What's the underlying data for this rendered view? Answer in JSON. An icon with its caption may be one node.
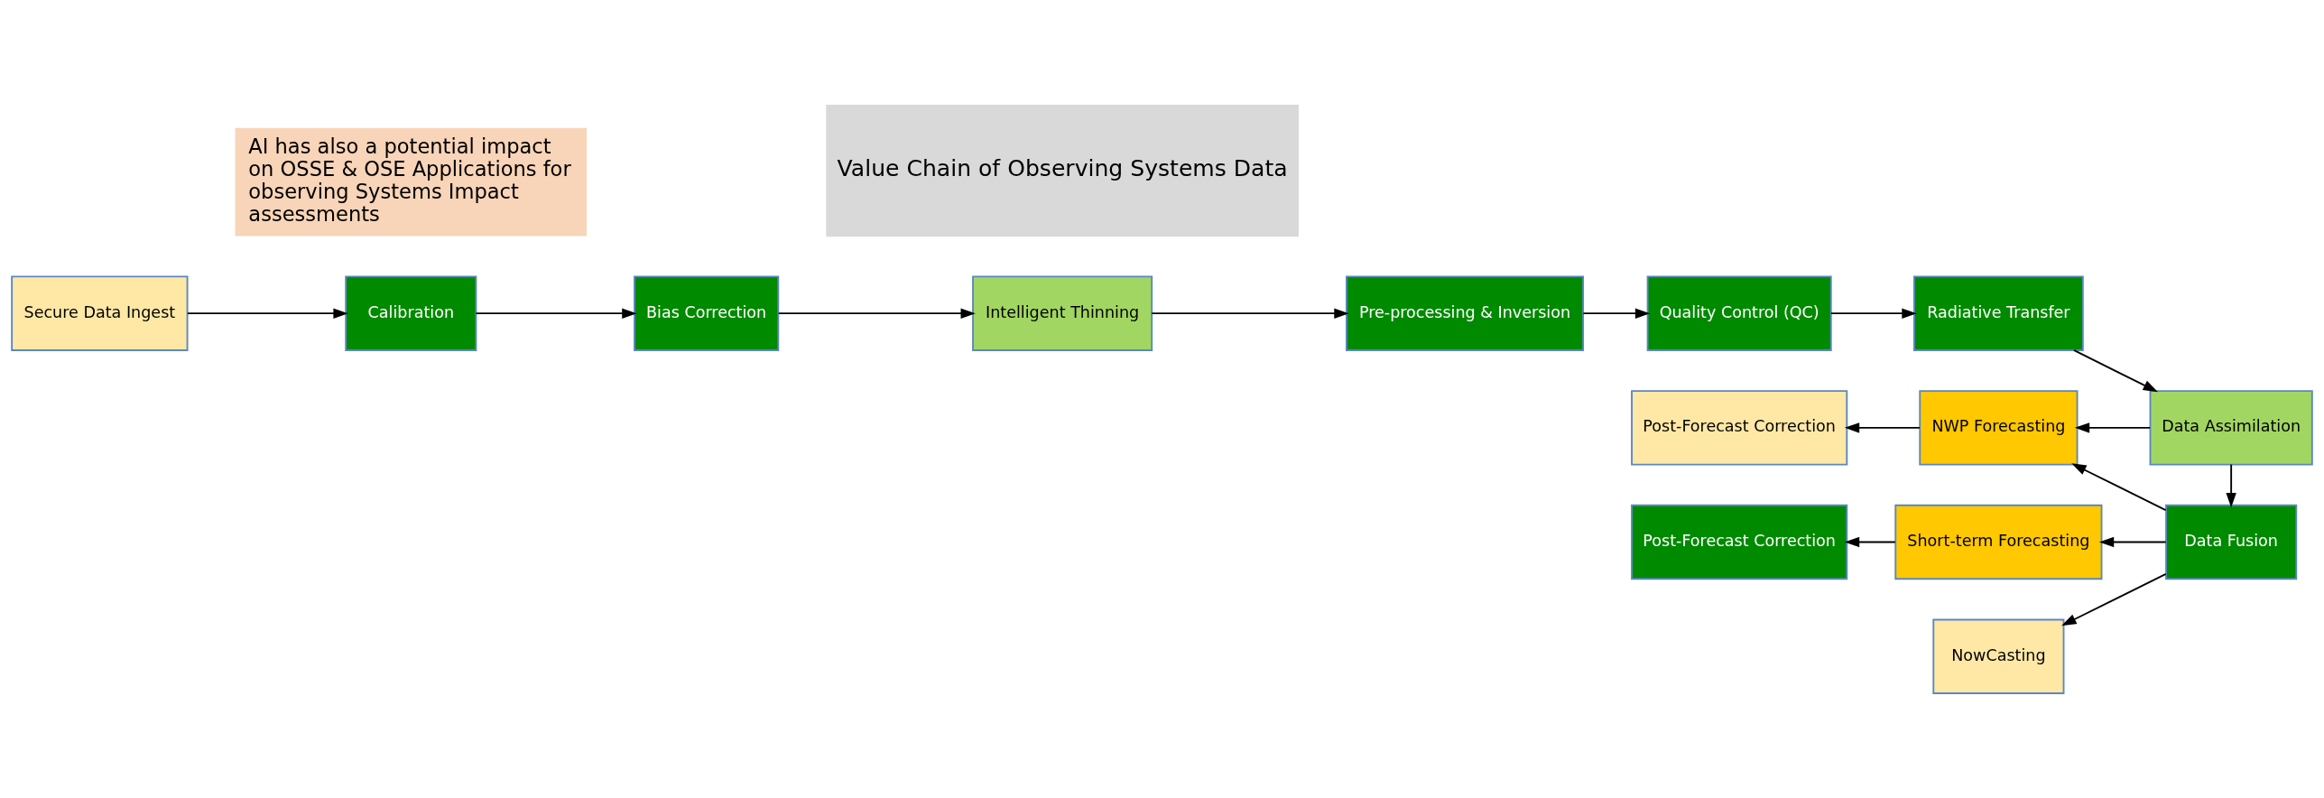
{
  "diagram": {
    "nodes": [
      {
        "text": [
          "Secure Data Ingest"
        ]
      },
      {
        "text": [
          "Calibration"
        ]
      },
      {
        "text": [
          "Bias Correction"
        ]
      },
      {
        "text": [
          "Intelligent Thinning"
        ]
      },
      {
        "text": [
          "Pre-processing & Inversion"
        ]
      },
      {
        "text": [
          "Quality Control (QC)"
        ]
      },
      {
        "text": [
          "Radiative Transfer"
        ]
      },
      {
        "text": [
          "Data Assimilation"
        ]
      },
      {
        "text": [
          "Data Fusion"
        ]
      },
      {
        "text": [
          "NowCasting"
        ]
      },
      {
        "text": [
          "Short-term Forecasting"
        ]
      },
      {
        "text": [
          "Post-Forecast Correction"
        ]
      },
      {
        "text": [
          "NWP Forecasting"
        ]
      },
      {
        "text": [
          "Post-Forecast Correction"
        ]
      },
      {
        "text": [
          "AI has also a potential impact on OSSE & OSE Applications for observing Systems Impact assessments"
        ]
      },
      {
        "text": [
          "Value Chain of Observing Systems Data"
        ]
      }
    ],
    "edges": [
      {
        "from": 0,
        "to": 1,
        "arrow": "to"
      },
      {
        "from": 1,
        "to": 2,
        "arrow": "to"
      },
      {
        "from": 2,
        "to": 3,
        "arrow": "to"
      },
      {
        "from": 3,
        "to": 4,
        "arrow": "to"
      },
      {
        "from": 4,
        "to": 5,
        "arrow": "to"
      },
      {
        "from": 5,
        "to": 6,
        "arrow": "to"
      },
      {
        "from": 6,
        "to": 7,
        "arrow": "to"
      },
      {
        "from": 7,
        "to": 8,
        "arrow": "to"
      },
      {
        "from": 7,
        "to": 12,
        "arrow": "to"
      },
      {
        "from": 8,
        "to": 9,
        "arrow": "to"
      },
      {
        "from": 8,
        "to": 10,
        "arrow": "to"
      },
      {
        "from": 8,
        "to": 12,
        "arrow": "to"
      },
      {
        "from": 10,
        "to": 11,
        "arrow": "to"
      },
      {
        "from": 12,
        "to": 13,
        "arrow": "to"
      }
    ]
  }
}
